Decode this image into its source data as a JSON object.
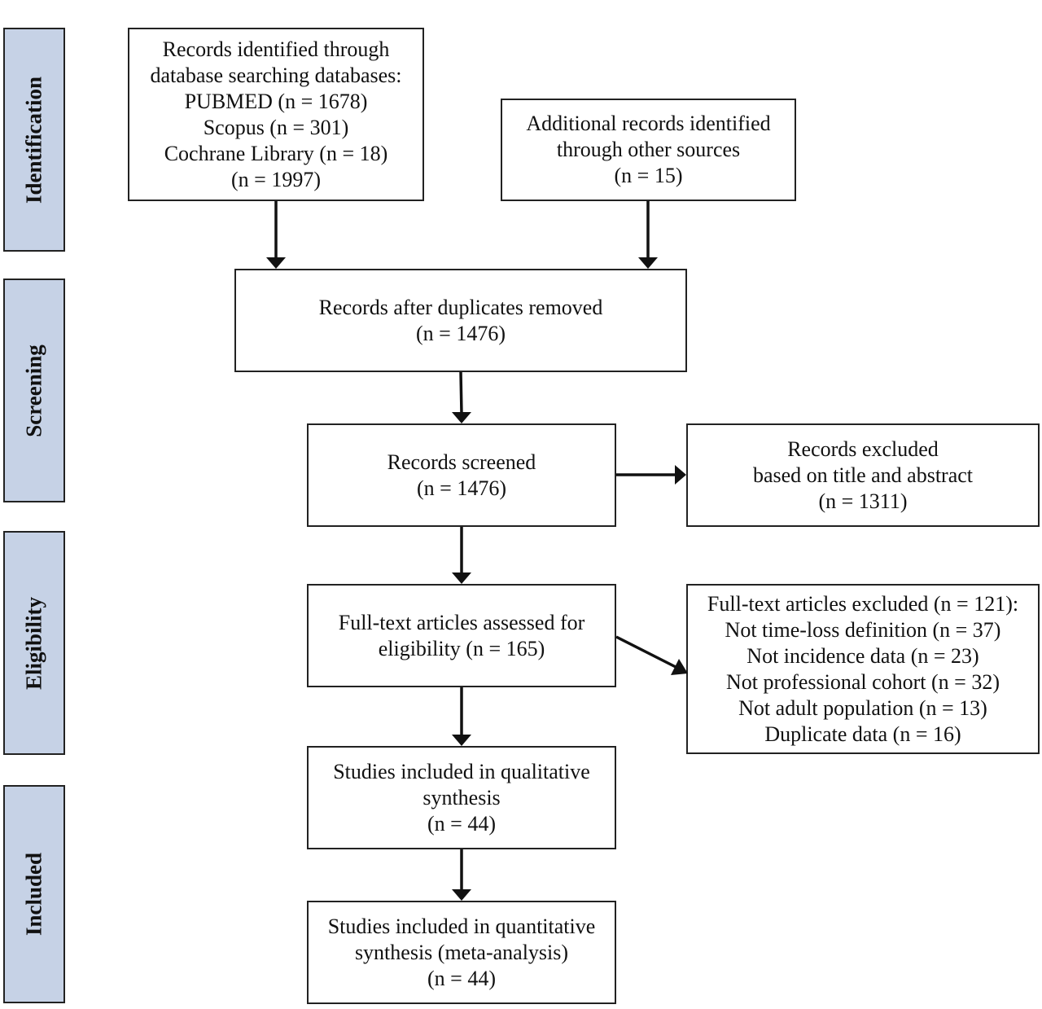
{
  "phases": {
    "identification": "Identification",
    "screening": "Screening",
    "eligibility": "Eligibility",
    "included": "Included"
  },
  "boxes": {
    "database_search": [
      "Records identified through",
      "database searching databases:",
      "PUBMED (n = 1678)",
      "Scopus (n = 301)",
      "Cochrane Library (n = 18)",
      "(n = 1997)"
    ],
    "other_sources": [
      "Additional records identified",
      "through other sources",
      "(n = 15)"
    ],
    "duplicates_removed": [
      "Records after duplicates removed",
      "(n = 1476)"
    ],
    "records_screened": [
      "Records screened",
      "(n = 1476)"
    ],
    "records_excluded": [
      "Records excluded",
      "based on title and abstract",
      "(n = 1311)"
    ],
    "fulltext_assessed": [
      "Full-text articles assessed for",
      "eligibility (n = 165)"
    ],
    "fulltext_excluded": [
      "Full-text articles excluded (n = 121):",
      "Not time-loss definition (n = 37)",
      "Not incidence data (n = 23)",
      "Not professional cohort (n = 32)",
      "Not adult population (n = 13)",
      "Duplicate data (n = 16)"
    ],
    "qualitative": [
      "Studies included in qualitative",
      "synthesis",
      "(n = 44)"
    ],
    "quantitative": [
      "Studies included in quantitative",
      "synthesis (meta-analysis)",
      "(n = 44)"
    ]
  },
  "colors": {
    "phase_fill": "#c6d2e6",
    "stroke": "#222222"
  }
}
